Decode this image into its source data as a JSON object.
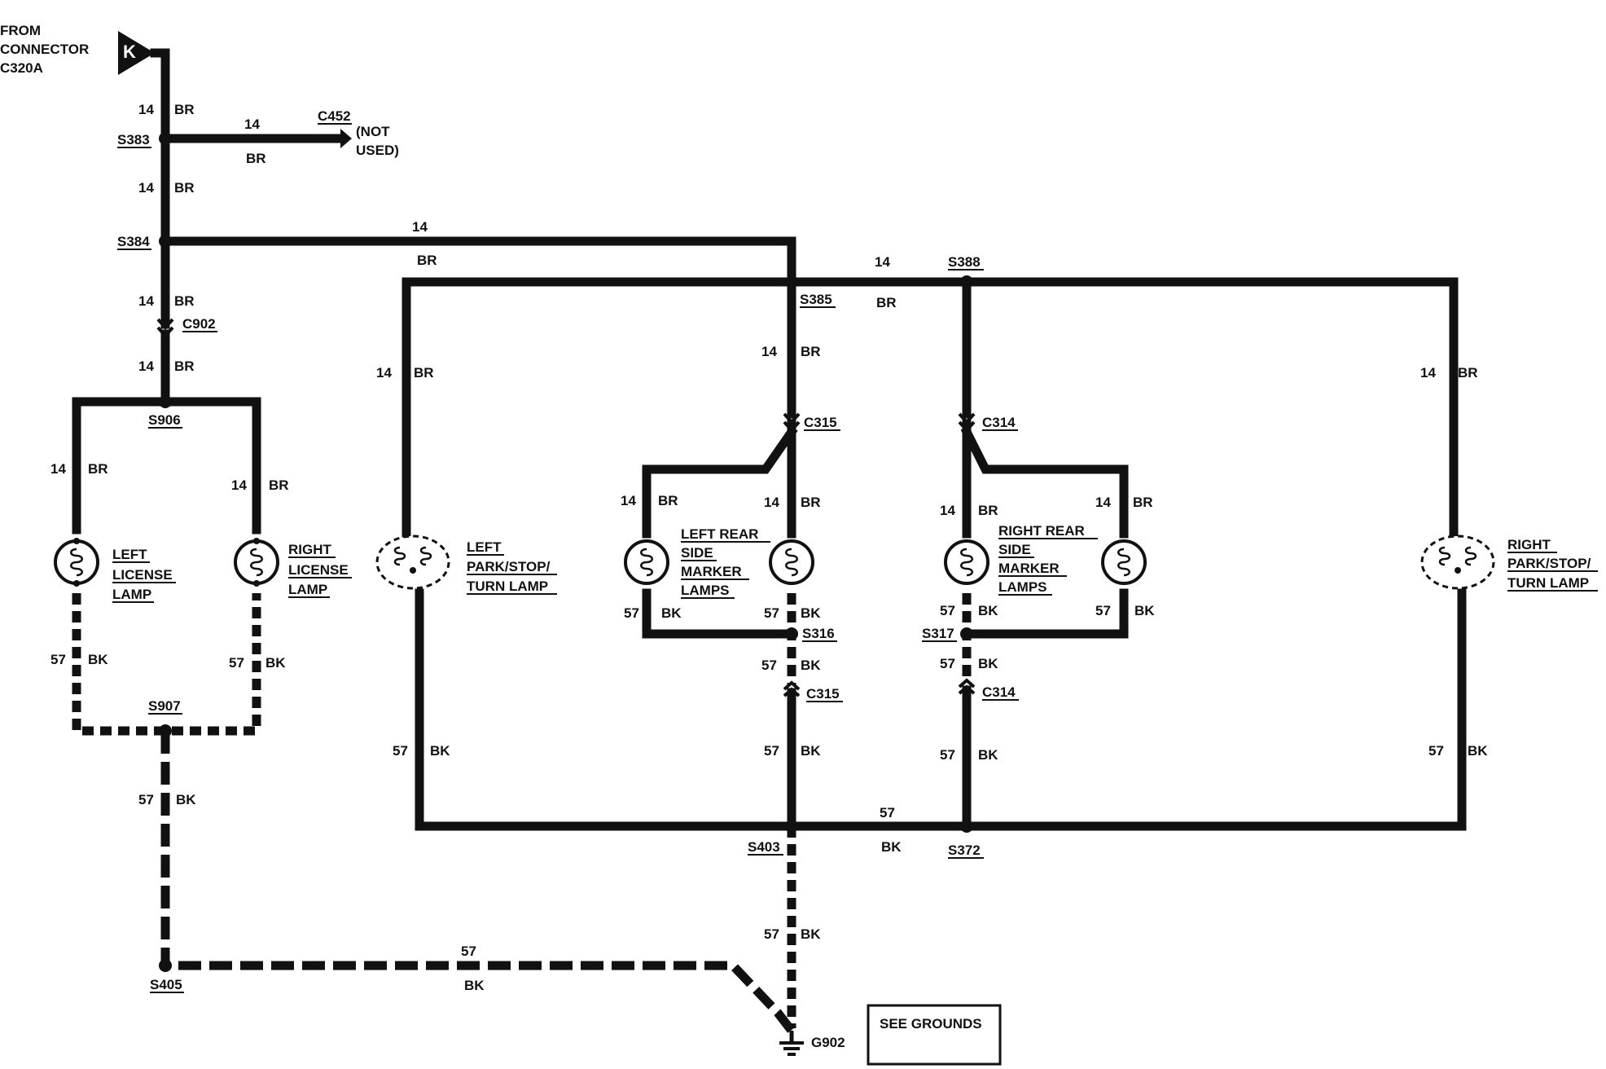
{
  "source": {
    "connector_letter": "K",
    "from_text": [
      "FROM",
      "CONNECTOR",
      "C320A"
    ]
  },
  "c452": {
    "name": "C452",
    "note_line1": "(NOT",
    "note_line2": "USED)"
  },
  "splices": {
    "s383": "S383",
    "s384": "S384",
    "s385": "S385",
    "s388": "S388",
    "s906": "S906",
    "s907": "S907",
    "s316": "S316",
    "s317": "S317",
    "s403": "S403",
    "s372": "S372",
    "s405": "S405"
  },
  "connectors": {
    "c902": "C902",
    "c315_top": "C315",
    "c314_top": "C314",
    "c315_bottom": "C315",
    "c314_bottom": "C314"
  },
  "ground": {
    "name": "G902",
    "note": "SEE GROUNDS"
  },
  "wires": {
    "br_gauge": "14",
    "br_color": "BR",
    "bk_gauge": "57",
    "bk_color": "BK"
  },
  "lamps": {
    "left_license": [
      "LEFT",
      "LICENSE",
      "LAMP"
    ],
    "right_license": [
      "RIGHT",
      "LICENSE",
      "LAMP"
    ],
    "left_park": [
      "LEFT",
      "PARK/STOP/",
      "TURN LAMP"
    ],
    "left_rear_side": [
      "LEFT REAR",
      "SIDE",
      "MARKER",
      "LAMPS"
    ],
    "right_rear_side": [
      "RIGHT REAR",
      "SIDE",
      "MARKER",
      "LAMPS"
    ],
    "right_park": [
      "RIGHT",
      "PARK/STOP/",
      "TURN LAMP"
    ]
  }
}
